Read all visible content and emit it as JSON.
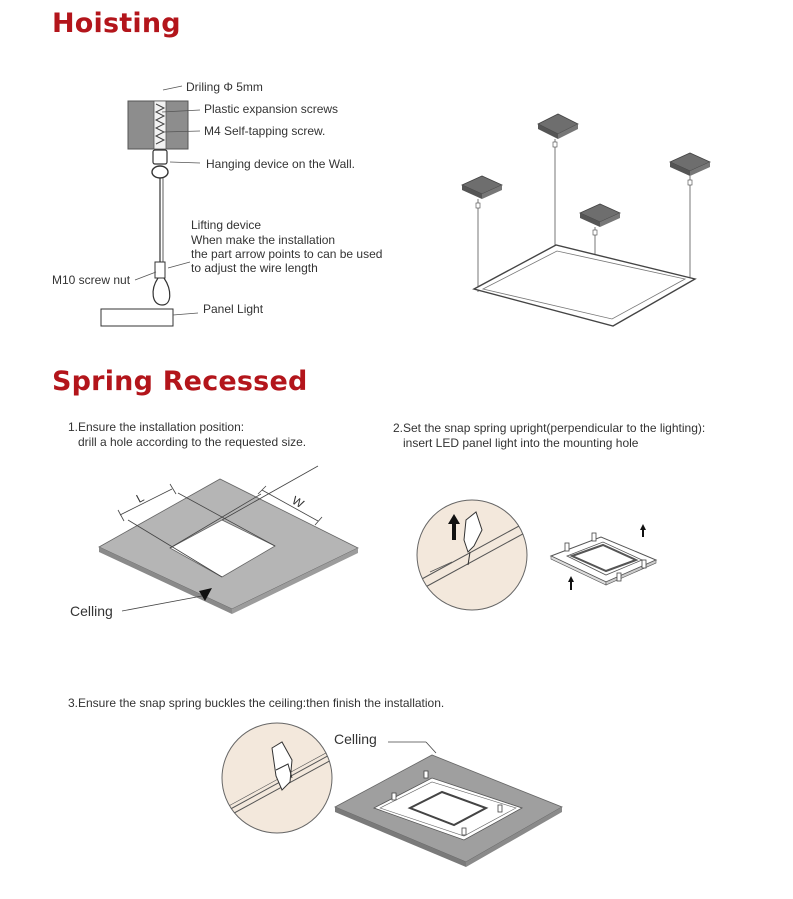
{
  "hoisting": {
    "title": "Hoisting",
    "labels": {
      "drilling": "Driling  Φ 5mm",
      "expansion": "Plastic expansion screws",
      "self_tapping": "M4 Self-tapping screw.",
      "hanging": "Hanging device on the Wall.",
      "lifting_1": "Lifting device",
      "lifting_2": "When make the installation",
      "lifting_3": "the part arrow points to can be used",
      "lifting_4": "to adjust the wire length",
      "nut": "M10 screw nut",
      "panel": "Panel Light"
    }
  },
  "spring": {
    "title": "Spring Recessed",
    "step1": {
      "line1": "1.Ensure the installation position:",
      "line2": "drill a hole according to the requested size."
    },
    "step2": {
      "line1": "2.Set the snap spring upright(perpendicular to the lighting):",
      "line2": "insert LED panel light into the mounting hole"
    },
    "step3": {
      "line1": "3.Ensure the snap spring buckles the ceiling:then finish the installation."
    },
    "dim_l": "L",
    "dim_w": "W",
    "ceiling_1": "Celling",
    "ceiling_2": "Celling"
  },
  "colors": {
    "heading": "#b3151b",
    "ceiling_gray": "#b5b5b5",
    "circle_fill": "#f3e8dc"
  }
}
